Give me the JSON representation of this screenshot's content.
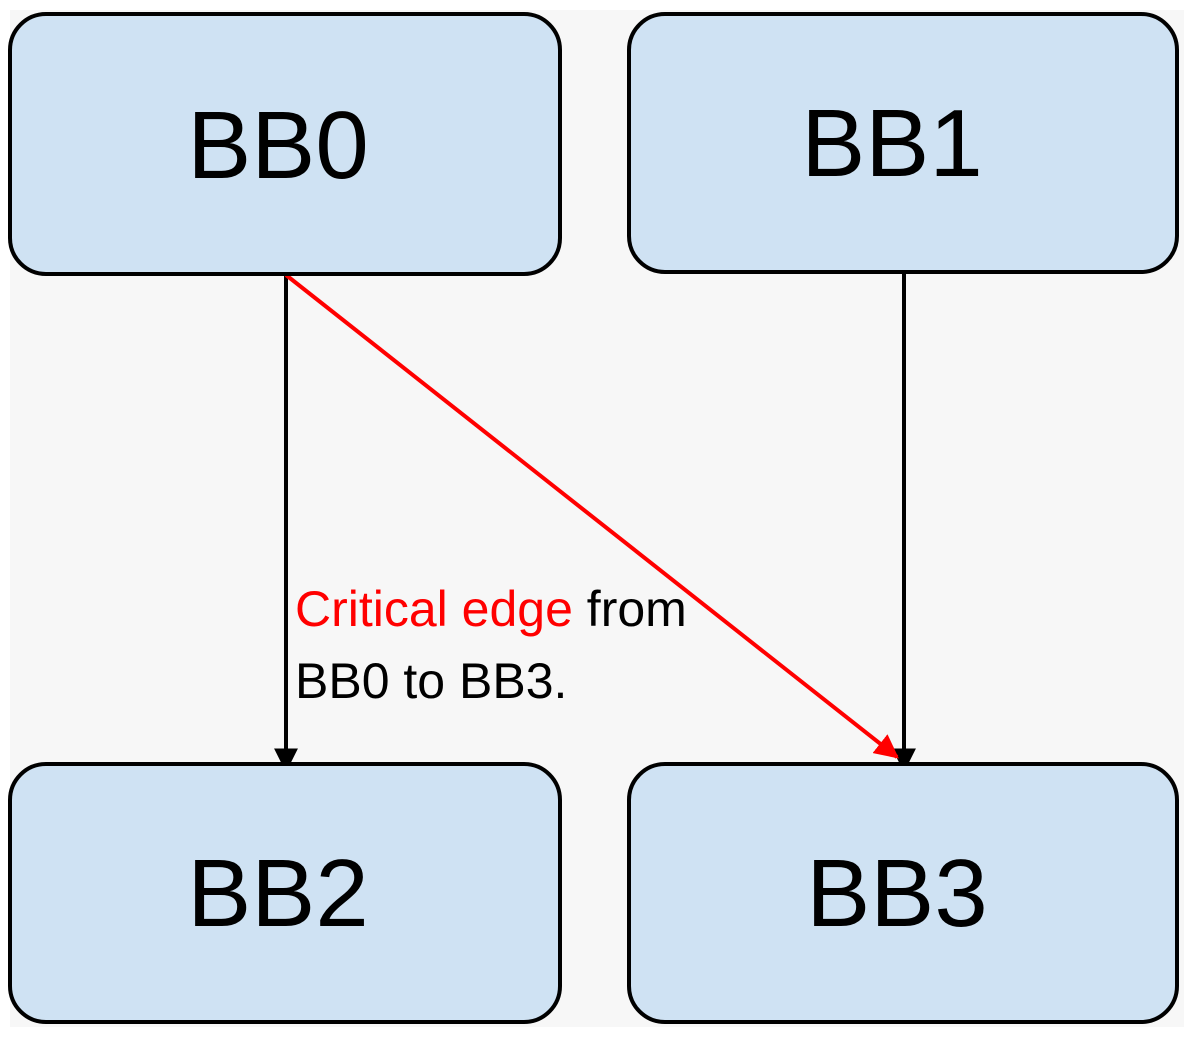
{
  "diagram": {
    "nodes": {
      "bb0": {
        "label": "BB0"
      },
      "bb1": {
        "label": "BB1"
      },
      "bb2": {
        "label": "BB2"
      },
      "bb3": {
        "label": "BB3"
      }
    },
    "edges": [
      {
        "from": "BB0",
        "to": "BB2",
        "color": "#000000"
      },
      {
        "from": "BB0",
        "to": "BB3",
        "color": "#ff0000",
        "critical": true
      },
      {
        "from": "BB1",
        "to": "BB3",
        "color": "#000000"
      }
    ],
    "annotation": {
      "highlight": "Critical edge",
      "rest_line1": " from",
      "line2": "BB0 to BB3.",
      "highlight_color": "#ff0000"
    },
    "colors": {
      "background": "#f7f7f7",
      "node_fill": "#cfe2f3",
      "node_stroke": "#000000",
      "critical_edge": "#ff0000"
    }
  }
}
